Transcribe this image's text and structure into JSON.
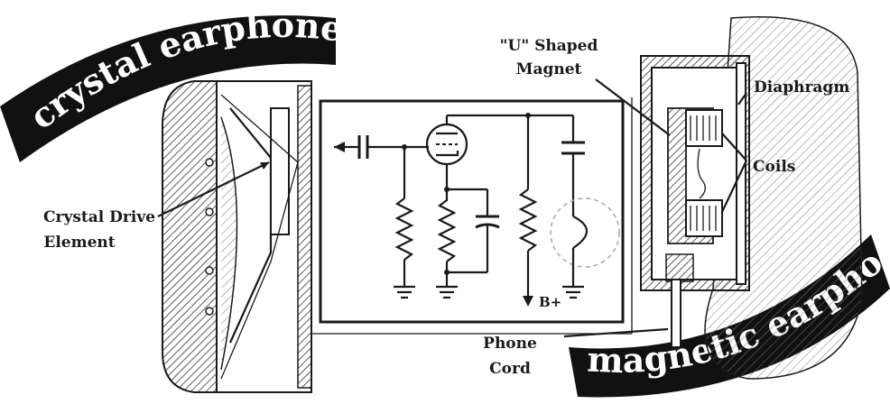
{
  "banners": {
    "top": "crystal earphone",
    "bottom": "magnetic earphone"
  },
  "labels": {
    "u_magnet_line1": "\"U\" Shaped",
    "u_magnet_line2": "Magnet",
    "diaphragm": "Diaphragm",
    "coils": "Coils",
    "crystal_line1": "Crystal Drive",
    "crystal_line2": "Element",
    "phone_line1": "Phone",
    "phone_line2": "Cord",
    "b_plus": "B+"
  },
  "colors": {
    "ink": "#1a1a1a",
    "banner": "#111111",
    "hatch": "#333333"
  }
}
